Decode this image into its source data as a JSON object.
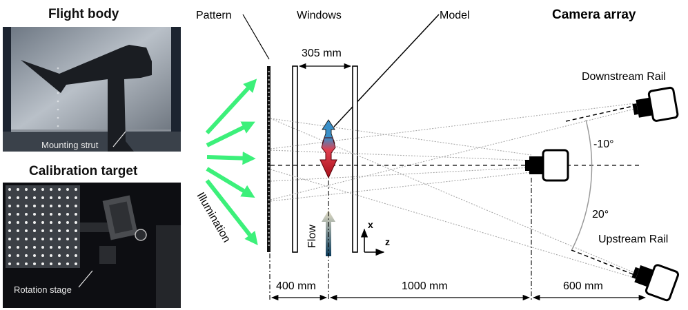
{
  "left_panel": {
    "flight_body": {
      "title": "Flight body",
      "caption": "Mounting strut"
    },
    "calibration_target": {
      "title": "Calibration target",
      "caption": "Rotation stage"
    }
  },
  "diagram": {
    "labels": {
      "pattern": "Pattern",
      "windows": "Windows",
      "model": "Model",
      "camera_array": "Camera array",
      "downstream_rail": "Downstream Rail",
      "upstream_rail": "Upstream Rail",
      "illumination": "Illumination",
      "flow": "Flow",
      "axis_x": "x",
      "axis_z": "z"
    },
    "angles": {
      "downstream": "-10°",
      "upstream": "20°"
    },
    "dimensions": {
      "window_gap": "305 mm",
      "pattern_to_model": "400 mm",
      "model_to_camera": "1000 mm",
      "camera_to_rail": "600 mm"
    },
    "colors": {
      "illumination_arrow": "#3cf07a",
      "model_nose": "#3a8fc8",
      "model_body": "#a8101a",
      "flow_arrow_top": "#e6e0c8",
      "flow_arrow_bottom": "#0a3a5a",
      "ray_line": "#a8a8a8",
      "arc": "#999999"
    },
    "icons": [
      "camera-icon",
      "model-arrow-icon",
      "flow-arrow-icon"
    ]
  }
}
